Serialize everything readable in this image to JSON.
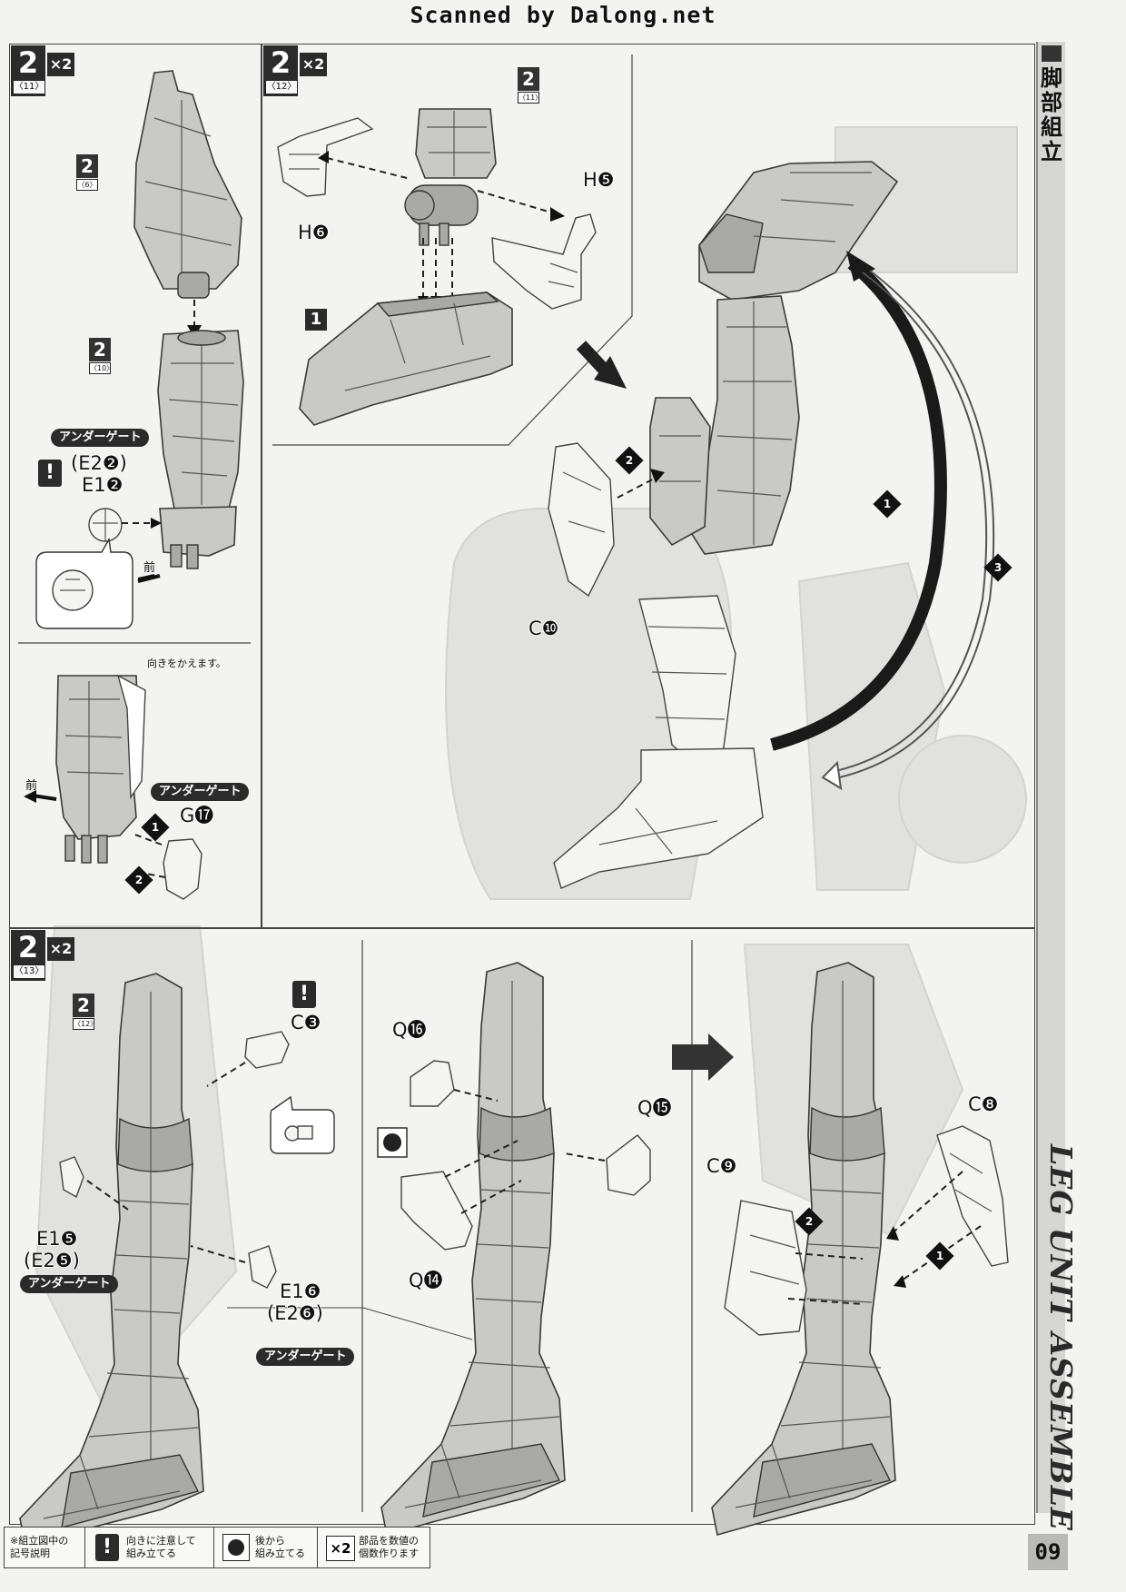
{
  "scan_header": "Scanned by Dalong.net",
  "sidebar": {
    "title_jp": "脚部組立",
    "title_en": "LEG UNIT ASSEMBLE"
  },
  "page_number": "09",
  "step_11": {
    "badge": {
      "num": "2",
      "sub": "〈11〉",
      "mult": "×2"
    },
    "ref_top": {
      "num": "2",
      "sub": "〈6〉"
    },
    "ref_mid": {
      "num": "2",
      "sub": "〈10〉"
    },
    "under_gate": "アンダーゲート",
    "parts_line1": "(E2❷)",
    "parts_line2": "E1❷",
    "front": "前",
    "note_turn": "向きをかえます。",
    "front2": "前",
    "under_gate2": "アンダーゲート",
    "part_g": "G⓱",
    "order1": "1",
    "order2": "2"
  },
  "step_12": {
    "badge": {
      "num": "2",
      "sub": "〈12〉",
      "mult": "×2"
    },
    "ref": {
      "num": "2",
      "sub": "〈11〉"
    },
    "part_h5": "H❺",
    "part_h6": "H❻",
    "ref_one": "1",
    "part_c10": "C❿",
    "order1": "1",
    "order2": "2",
    "order3": "3"
  },
  "step_13": {
    "badge": {
      "num": "2",
      "sub": "〈13〉",
      "mult": "×2"
    },
    "ref": {
      "num": "2",
      "sub": "〈12〉"
    },
    "part_c3": "C❸",
    "part_e15": "E1❺",
    "part_e25": "(E2❺)",
    "under_gate_a": "アンダーゲート",
    "part_e16": "E1❻",
    "part_e26": "(E2❻)",
    "under_gate_b": "アンダーゲート",
    "part_q16": "Q⓰",
    "part_q15": "Q⓯",
    "part_q14": "Q⓮",
    "part_c8": "C❽",
    "part_c9": "C❾",
    "order1": "1",
    "order2": "2"
  },
  "legend": {
    "title": "※組立図中の\n記号説明",
    "item1": "向きに注意して\n組み立てる",
    "item2": "後から\n組み立てる",
    "item3": "部品を数値の\n個数作ります",
    "x2": "×2"
  }
}
